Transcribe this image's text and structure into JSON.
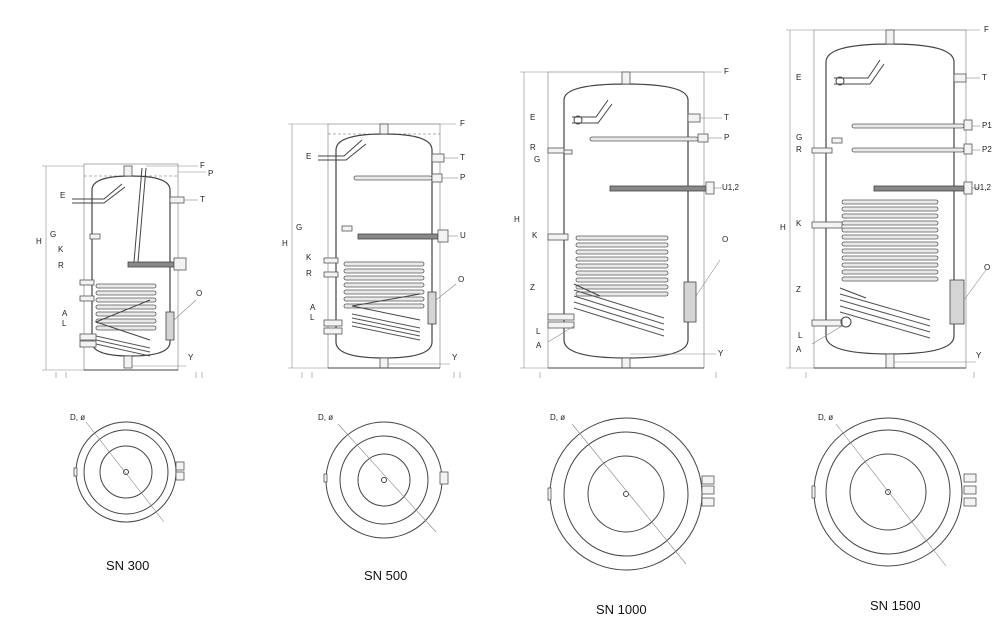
{
  "models": [
    {
      "name": "SN 300",
      "labels": {
        "left": [
          "E",
          "G",
          "K",
          "R",
          "A",
          "L"
        ],
        "right": [
          "F",
          "P",
          "T",
          "O",
          "Y"
        ],
        "height": "H",
        "diameter": "D, ø"
      }
    },
    {
      "name": "SN 500",
      "labels": {
        "left": [
          "E",
          "G",
          "K",
          "R",
          "A",
          "L"
        ],
        "right": [
          "F",
          "T",
          "P",
          "U",
          "O",
          "Y"
        ],
        "height": "H",
        "diameter": "D, ø"
      }
    },
    {
      "name": "SN 1000",
      "labels": {
        "left": [
          "E",
          "R",
          "G",
          "K",
          "Z",
          "L",
          "A"
        ],
        "right": [
          "F",
          "T",
          "P",
          "U1,2",
          "O",
          "Y"
        ],
        "height": "H",
        "diameter": "D, ø"
      }
    },
    {
      "name": "SN 1500",
      "labels": {
        "left": [
          "E",
          "G",
          "R",
          "K",
          "Z",
          "L",
          "A"
        ],
        "right": [
          "F",
          "T",
          "P1",
          "P2",
          "U1,2",
          "O",
          "Y"
        ],
        "height": "H",
        "diameter": "D, ø"
      }
    }
  ]
}
